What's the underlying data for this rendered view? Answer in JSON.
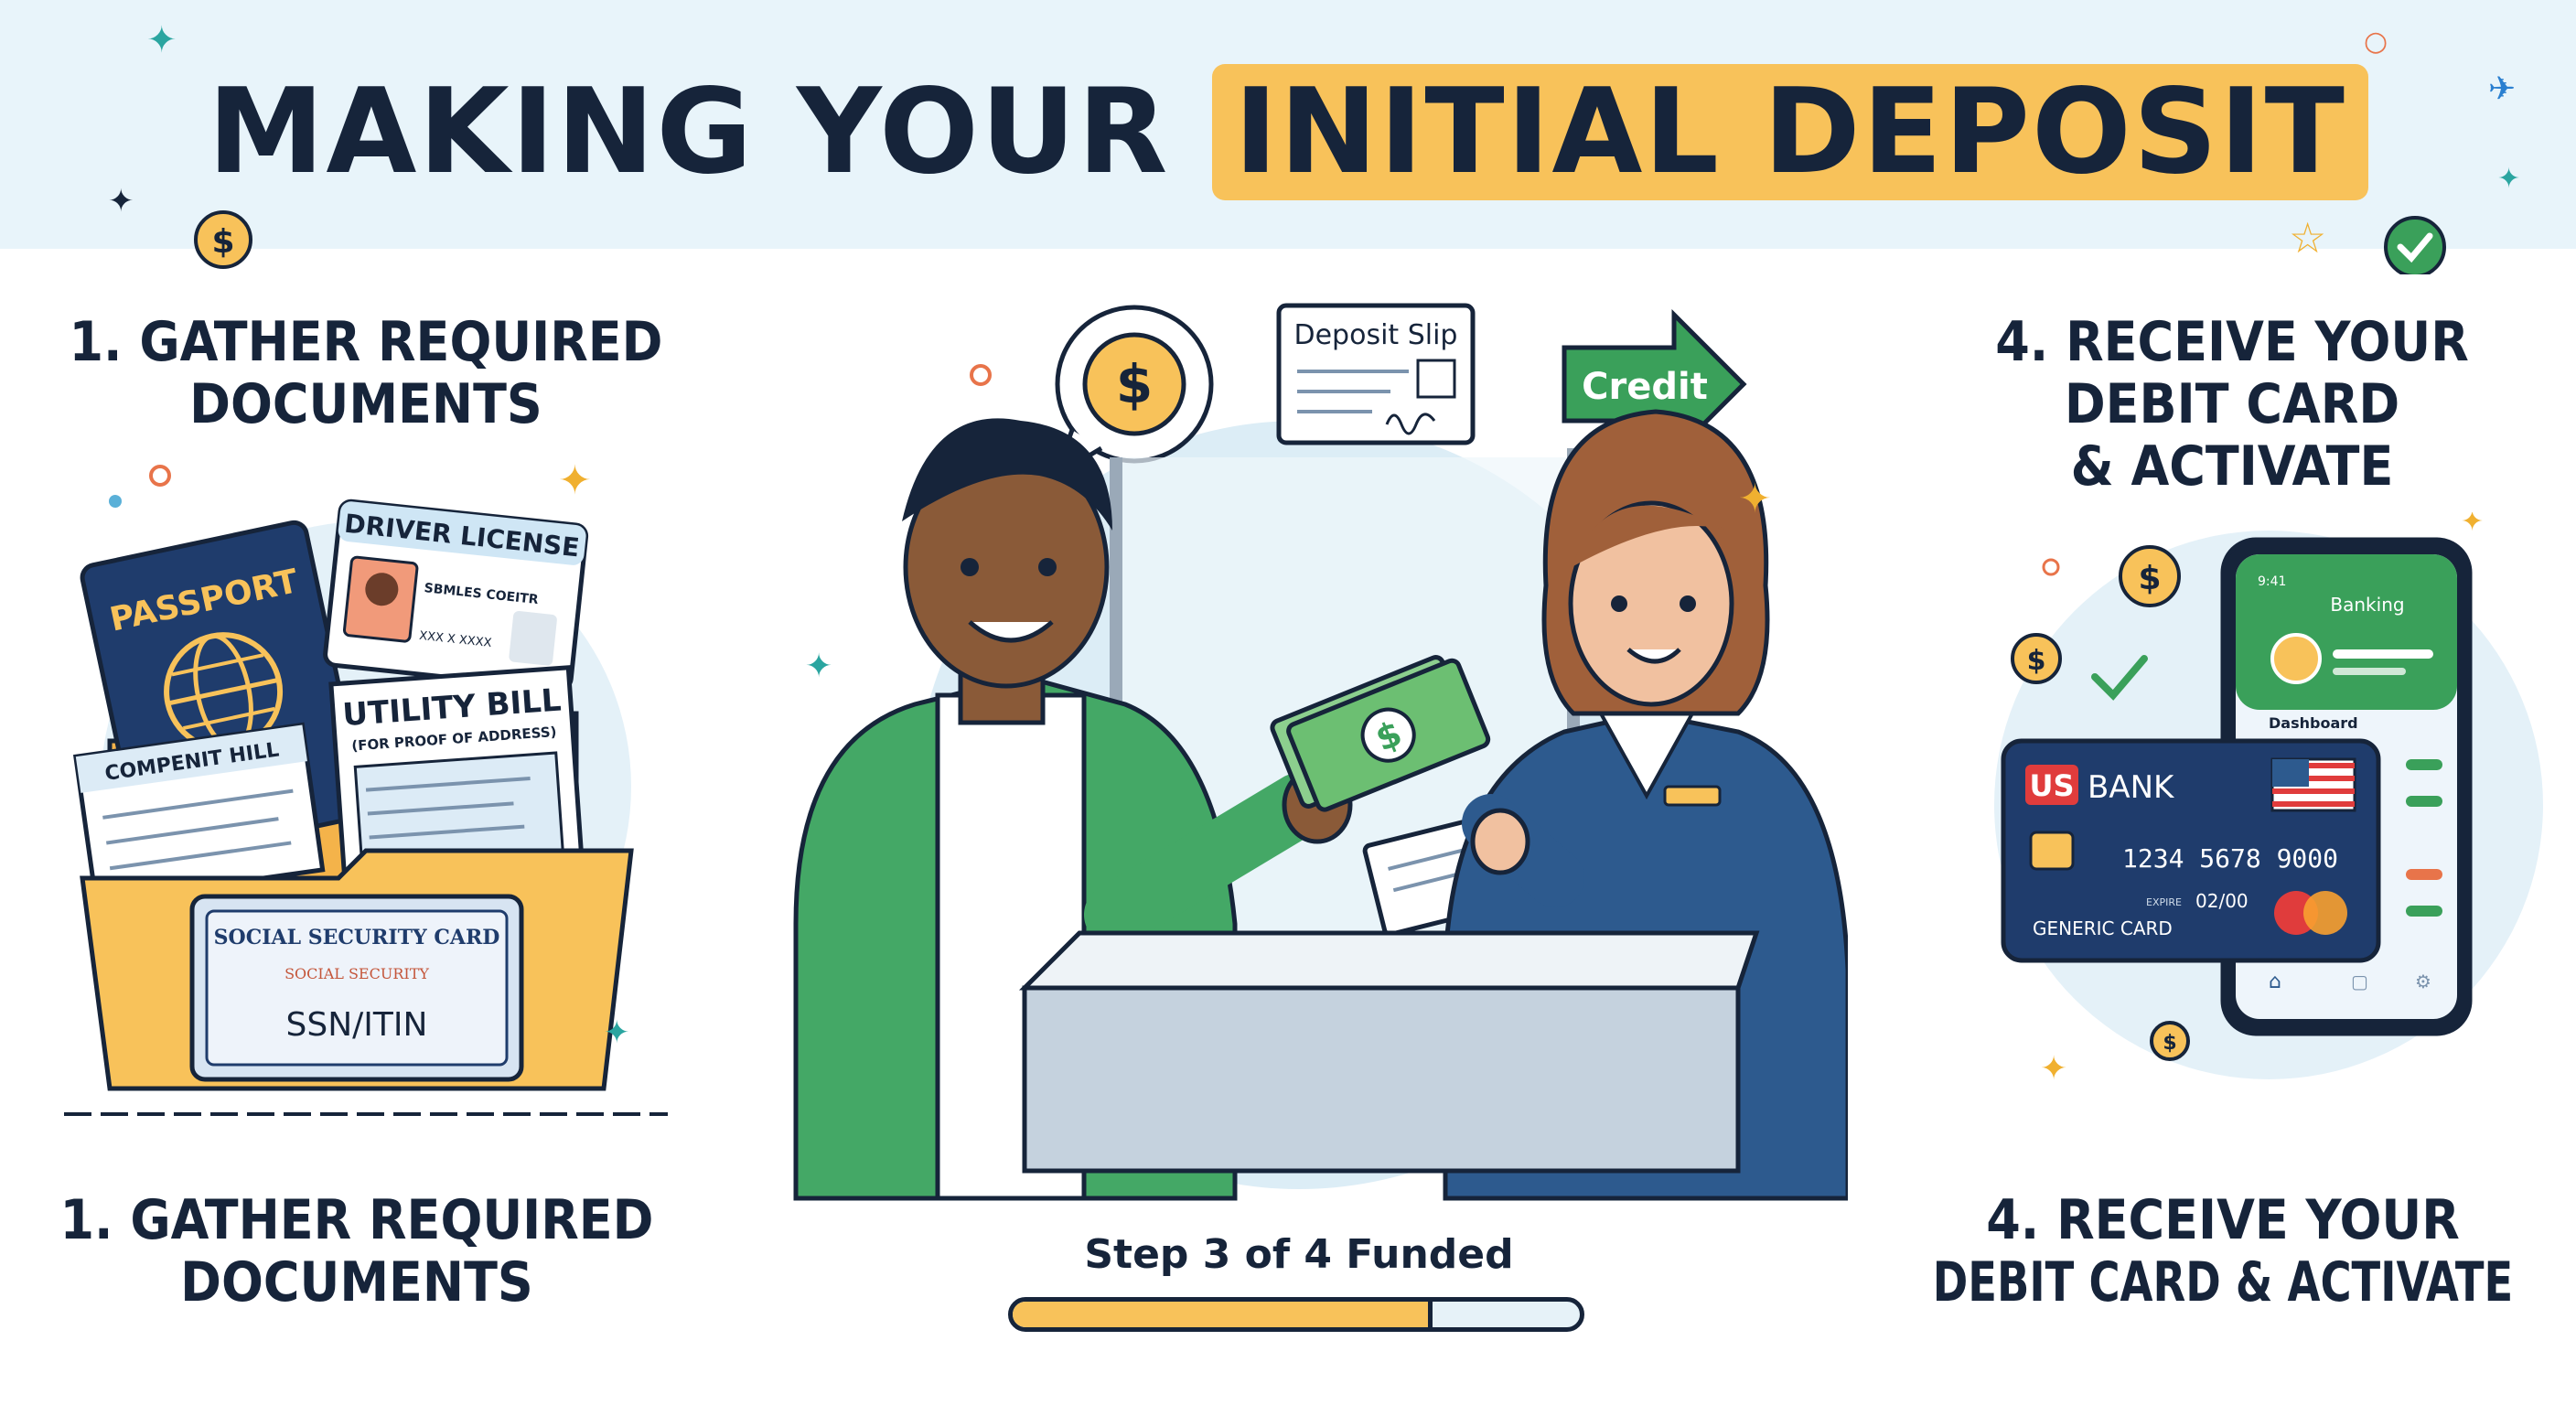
{
  "title": {
    "lead": "MAKING YOUR",
    "highlight": "INITIAL DEPOSIT"
  },
  "steps": {
    "step1_top": [
      "1. GATHER REQUIRED",
      "DOCUMENTS"
    ],
    "step4_top": [
      "4. RECEIVE YOUR",
      "DEBIT CARD",
      "& ACTIVATE"
    ],
    "step1_bottom": [
      "1. GATHER REQUIRED",
      "DOCUMENTS"
    ],
    "step4_bottom": [
      "4. RECEIVE YOUR",
      "DEBIT CARD & ACTIVATE"
    ]
  },
  "documents": {
    "passport": "PASSPORT",
    "driver_license": "DRIVER LICENSE",
    "license_name": "SBMLES COEITR",
    "license_code": "XXX X    XXXX",
    "utility_bill": "UTILITY BILL",
    "utility_note": "(FOR PROOF OF ADDRESS)",
    "compent_hill": "COMPENIT HILL",
    "ssn_card_title": "SOCIAL SECURITY CARD",
    "ssn_card_sub": "SOCIAL SECURITY",
    "ssn_label": "SSN/ITIN"
  },
  "teller": {
    "deposit_slip": "Deposit Slip",
    "credit": "Credit",
    "currency_symbol": "$"
  },
  "card": {
    "bank_mark": "US",
    "bank_name": "BANK",
    "number": "1234  5678  9000",
    "expiry_label": "EXPIRE",
    "expiry": "02/00",
    "holder": "GENERIC CARD",
    "phone_time": "9:41",
    "app_title": "Banking",
    "dashboard": "Dashboard"
  },
  "progress": {
    "label": "Step 3 of 4 Funded",
    "value": 0.74
  },
  "colors": {
    "navy": "#16243a",
    "accent": "#f8c25a",
    "green": "#3aa05a",
    "band": "#e8f4fa"
  }
}
